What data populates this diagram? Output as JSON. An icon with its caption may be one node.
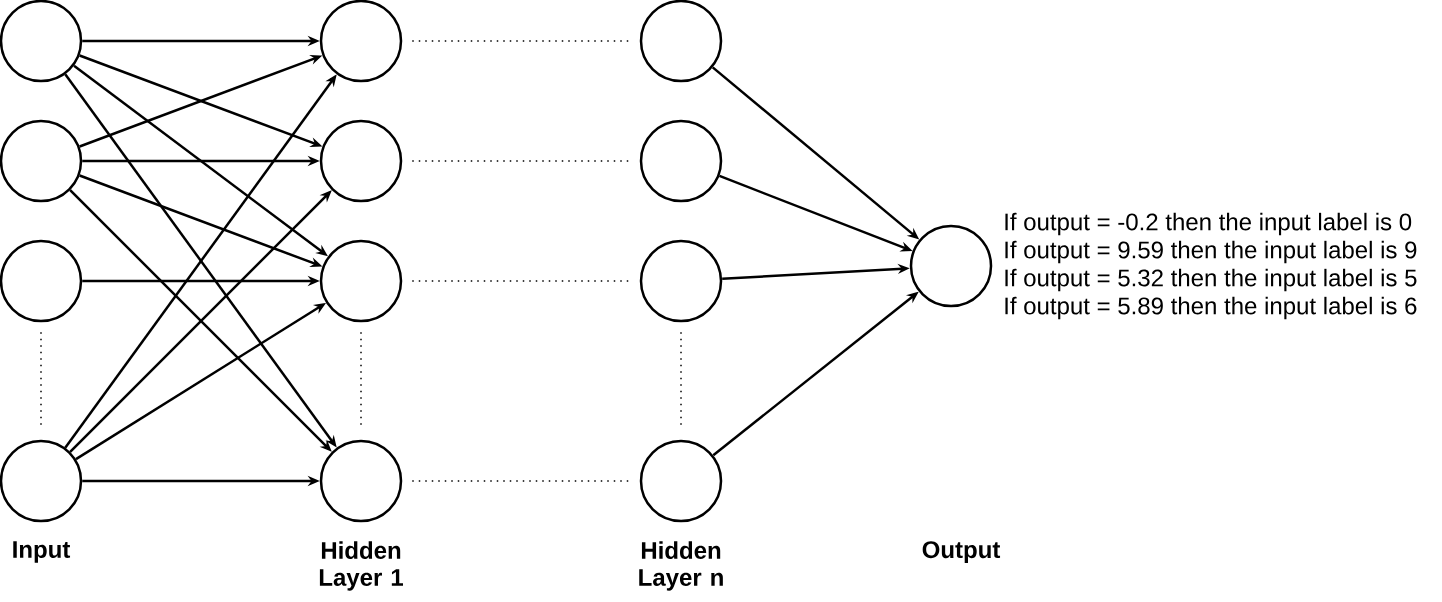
{
  "diagram": {
    "nodes": [
      {
        "text": [],
        "shape": "circle"
      },
      {
        "text": [],
        "shape": "circle"
      },
      {
        "text": [],
        "shape": "circle"
      },
      {
        "text": [],
        "shape": "circle"
      },
      {
        "text": [],
        "shape": "circle"
      },
      {
        "text": [],
        "shape": "circle"
      },
      {
        "text": [],
        "shape": "circle"
      },
      {
        "text": [],
        "shape": "circle"
      },
      {
        "text": [],
        "shape": "circle"
      },
      {
        "text": [],
        "shape": "circle"
      },
      {
        "text": [],
        "shape": "circle"
      },
      {
        "text": [],
        "shape": "circle"
      },
      {
        "text": [],
        "shape": "circle"
      }
    ],
    "edges": [
      {
        "from": 0,
        "to": 4,
        "arrow": "to"
      },
      {
        "from": 0,
        "to": 5,
        "arrow": "to"
      },
      {
        "from": 0,
        "to": 6,
        "arrow": "to"
      },
      {
        "from": 0,
        "to": 7,
        "arrow": "to"
      },
      {
        "from": 1,
        "to": 4,
        "arrow": "to"
      },
      {
        "from": 1,
        "to": 5,
        "arrow": "to"
      },
      {
        "from": 1,
        "to": 6,
        "arrow": "to"
      },
      {
        "from": 1,
        "to": 7,
        "arrow": "to"
      },
      {
        "from": 2,
        "to": 6,
        "arrow": "to"
      },
      {
        "from": 3,
        "to": 4,
        "arrow": "to"
      },
      {
        "from": 3,
        "to": 5,
        "arrow": "to"
      },
      {
        "from": 3,
        "to": 6,
        "arrow": "to"
      },
      {
        "from": 3,
        "to": 7,
        "arrow": "to"
      },
      {
        "from": 8,
        "to": 12,
        "arrow": "to"
      },
      {
        "from": 9,
        "to": 12,
        "arrow": "to"
      },
      {
        "from": 10,
        "to": 12,
        "arrow": "to"
      },
      {
        "from": 11,
        "to": 12,
        "arrow": "to"
      },
      {
        "from": 4,
        "to": 8,
        "arrow": "none",
        "style": "dashed"
      },
      {
        "from": 5,
        "to": 9,
        "arrow": "none",
        "style": "dashed"
      },
      {
        "from": 6,
        "to": 10,
        "arrow": "none",
        "style": "dashed"
      },
      {
        "from": 7,
        "to": 11,
        "arrow": "none",
        "style": "dashed"
      },
      {
        "from": 2,
        "to": 3,
        "arrow": "none",
        "style": "dashed"
      },
      {
        "from": 6,
        "to": 7,
        "arrow": "none",
        "style": "dashed"
      },
      {
        "from": 10,
        "to": 11,
        "arrow": "none",
        "style": "dashed"
      }
    ],
    "labels": [
      "If output = -0.2 then the input label is 0",
      "If output = 9.59 then the input label is 9",
      "If output = 5.32 then the input label is 5",
      "If output = 5.89 then the input label is 6",
      "Input",
      "Hidden Layer 1",
      "Hidden Layer n",
      "Output"
    ]
  }
}
